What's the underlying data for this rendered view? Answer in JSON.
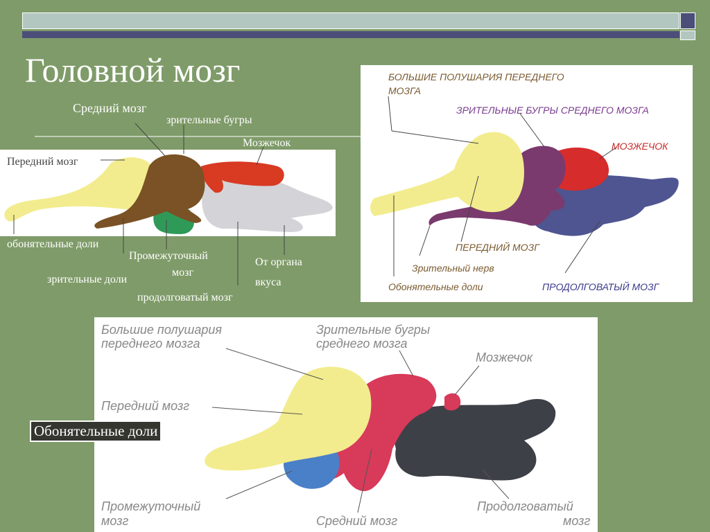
{
  "title": "Головной мозг",
  "diagram1": {
    "labels": {
      "middle_brain": "Средний мозг",
      "optic_tubercles": "зрительные бугры",
      "cerebellum": "Мозжечок",
      "forebrain": "Передний мозг",
      "olfactory_lobes": "обонятельные доли",
      "interbrain_1": "Промежуточный",
      "interbrain_2": "мозг",
      "taste_1": "От органа",
      "taste_2": "вкуса",
      "optic_lobes": "зрительные доли",
      "medulla": "продолговатый мозг"
    }
  },
  "diagram2": {
    "labels": {
      "hemispheres_1": "БОЛЬШИЕ ПОЛУШАРИЯ ПЕРЕДНЕГО",
      "hemispheres_2": "МОЗГА",
      "optic_tubercles": "ЗРИТЕЛЬНЫЕ БУГРЫ СРЕДНЕГО МОЗГА",
      "cerebellum": "МОЗЖЕЧОК",
      "forebrain": "ПЕРЕДНИЙ МОЗГ",
      "optic_nerve": "Зрительный нерв",
      "olfactory_lobes": "Обонятельные доли",
      "medulla": "ПРОДОЛГОВАТЫЙ МОЗГ"
    }
  },
  "diagram3": {
    "labels": {
      "hemispheres_1": "Большие полушария",
      "hemispheres_2": "переднего мозга",
      "optic_tubercles_1": "Зрительные бугры",
      "optic_tubercles_2": "среднего мозга",
      "cerebellum": "Мозжечок",
      "forebrain": "Передний мозг",
      "interbrain_1": "Промежуточный",
      "interbrain_2": "мозг",
      "middle_brain": "Средний мозг",
      "medulla_1": "Продолговатый",
      "medulla_2": "мозг"
    },
    "boxed_label": "Обонятельные доли"
  },
  "colors": {
    "background": "#7f9b69",
    "hemisphere_yellow": "#f2ec8e",
    "midbrain_brown": "#7a5225",
    "cerebellum_red": "#d83a22",
    "medulla_gray": "#d4d4d8",
    "interbrain_green": "#2f9a58",
    "d2_purple": "#7a3a6e",
    "d2_blue": "#4e5590",
    "d3_red": "#d83a5a",
    "d3_blue": "#4a80c8",
    "d3_dark": "#3e4048"
  }
}
